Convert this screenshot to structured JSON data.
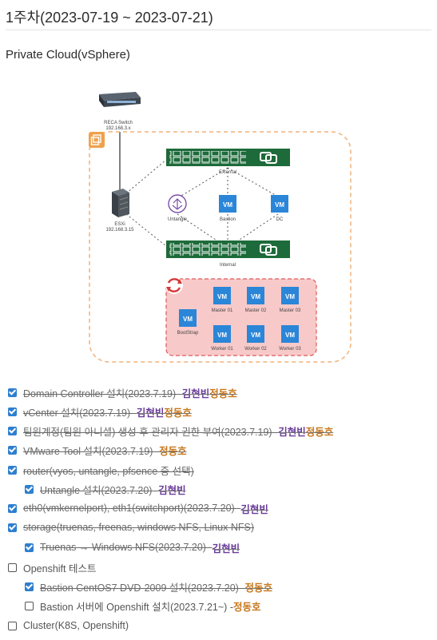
{
  "page": {
    "title": "1주차(2023-07-19 ~ 2023-07-21)",
    "section_title": "Private Cloud(vSphere)"
  },
  "diagram": {
    "switch_label": "RECA Switch",
    "switch_ip": "192.168.3.x",
    "esxi_label": "ESXi",
    "esxi_ip": "192.168.3.15",
    "external_label": "External",
    "internal_label": "Internal",
    "vm_text": "VM",
    "untangle_label": "Untangle",
    "bastion_label": "Bastion",
    "dc_label": "DC",
    "bootstrap_label": "BootStrap",
    "masters": [
      "Master 01",
      "Master 02",
      "Master 03"
    ],
    "workers": [
      "Worker 01",
      "Worker 02",
      "Worker 03"
    ],
    "colors": {
      "green": "#1d6b3a",
      "vm_blue": "#2b86d8",
      "dash_orange": "#f2b27a",
      "cluster_fill": "#f8c9c9",
      "cluster_border": "#de5b5b"
    }
  },
  "todos": [
    {
      "text": "Domain Controller 설치(2023.7.19) - ",
      "p1": "김현빈",
      "p2": "정동호",
      "checked": true
    },
    {
      "text": "vCenter 설치(2023.7.19) - ",
      "p1": "김현빈",
      "p2": "정동호",
      "checked": true
    },
    {
      "text": "팀원계정(팀원 아니셜) 생성 후 관리자 권한 부여(2023.7.19) - ",
      "p1": "김현빈",
      "p2": "정동호",
      "checked": true
    },
    {
      "text": "VMware Tool 설치(2023.7.19)  - ",
      "p1": "",
      "p2": "정동호",
      "checked": true
    },
    {
      "text": "router(vyos, untangle, pfsence 중 선택)",
      "p1": "",
      "p2": "",
      "checked": true
    },
    {
      "text": "Untangle 설치(2023.7.20) - ",
      "p1": "김현빈",
      "p2": "",
      "checked": true,
      "indent": true
    },
    {
      "text": "eth0(vmkernelport), eth1(switchport)(2023.7.20) - ",
      "p1": "김현빈",
      "p2": "",
      "checked": true
    },
    {
      "text": "storage(truenas, freenas, windows NFS, Linux NFS)",
      "p1": "",
      "p2": "",
      "checked": true
    },
    {
      "text": "Truenas → Windows NFS(2023.7.20) - ",
      "p1": "김현빈",
      "p2": "",
      "checked": true,
      "indent": true
    },
    {
      "text": "Openshift 테스트",
      "p1": "",
      "p2": "",
      "checked": false
    },
    {
      "text": "Bastion CentOS7 DVD-2009 설치(2023.7.20) - ",
      "p1": "",
      "p2": "정동호",
      "checked": true,
      "indent": true
    },
    {
      "text": "Bastion 서버에 Openshift 설치(2023.7.21~) - ",
      "p1": "",
      "p2": "정동호",
      "checked": false,
      "indent": true
    },
    {
      "text": "Cluster(K8S, Openshift)",
      "p1": "",
      "p2": "",
      "checked": false
    }
  ]
}
